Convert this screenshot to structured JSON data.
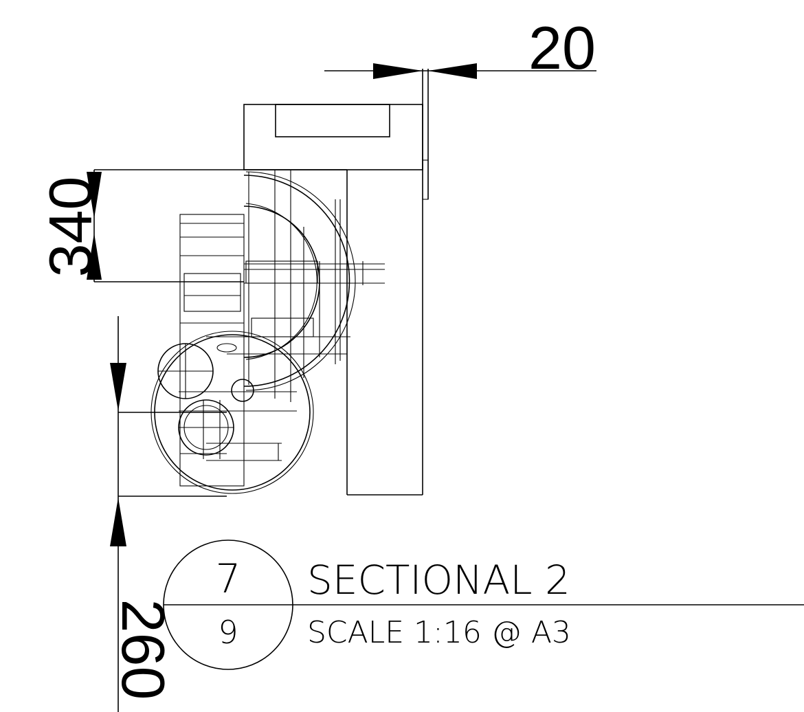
{
  "dimensions": {
    "top": "20",
    "left_upper": "340",
    "left_lower": "260"
  },
  "callout": {
    "number": "7",
    "sheet": "9",
    "title": "SECTIONAL 2",
    "scale": "SCALE 1:16 @ A3"
  }
}
